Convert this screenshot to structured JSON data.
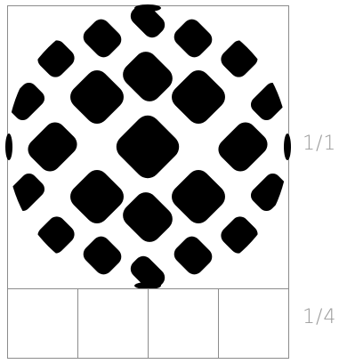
{
  "labels": {
    "full_ratio": "1/1",
    "quarter_ratio": "1/4"
  },
  "colors": {
    "frame": "#8c8c8c",
    "shape": "#000000",
    "label": "#9a9a9a",
    "background": "#ffffff"
  },
  "preview": {
    "shape": "sphere-grid",
    "cell_count": 4
  }
}
